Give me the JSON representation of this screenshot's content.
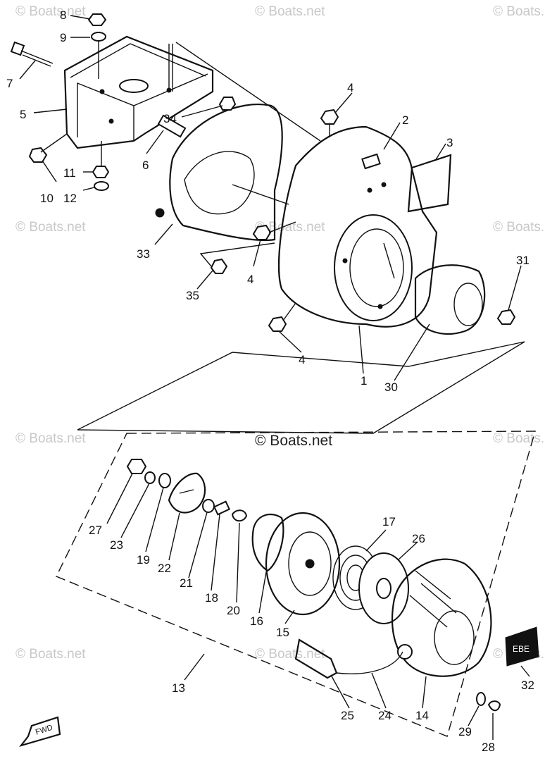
{
  "watermarks": {
    "corner": "© Boats.net",
    "center": "© Boats.net"
  },
  "fwd_tag": "FWD",
  "ebe_tag": "EBE",
  "part_labels": [
    "1",
    "2",
    "3",
    "4",
    "5",
    "6",
    "7",
    "8",
    "9",
    "10",
    "11",
    "12",
    "13",
    "14",
    "15",
    "16",
    "17",
    "18",
    "19",
    "20",
    "21",
    "22",
    "23",
    "24",
    "25",
    "26",
    "27",
    "28",
    "29",
    "30",
    "31",
    "32",
    "33",
    "34",
    "35"
  ],
  "colors": {
    "ink": "#111111",
    "watermark": "#c8c8c8",
    "paper": "#ffffff"
  }
}
